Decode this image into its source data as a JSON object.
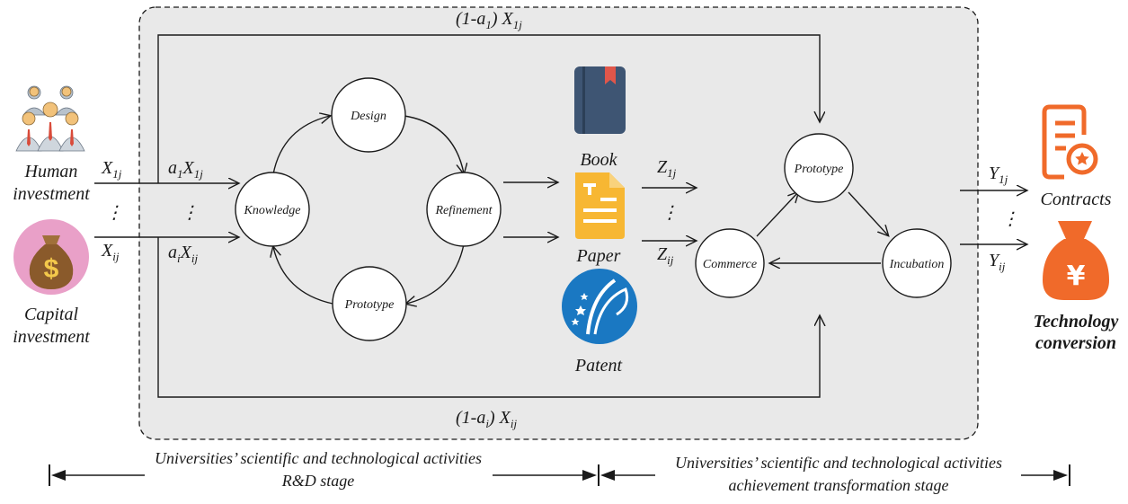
{
  "inputs": {
    "human_1": "Human",
    "human_2": "investment",
    "capital_1": "Capital",
    "capital_2": "investment",
    "x1_base": "X",
    "x1_sub": "1j",
    "xi_base": "X",
    "xi_sub": "ij",
    "dots": "⋮"
  },
  "weights": {
    "a1_a": "a",
    "a1_a_sub": "1",
    "a1_x": "X",
    "a1_x_sub": "1j",
    "ai_a": "a",
    "ai_a_sub": "i",
    "ai_x": "X",
    "ai_x_sub": "ij",
    "top_bypass_prefix": "(1-",
    "top_bypass_a": "a",
    "top_bypass_a_sub": "1",
    "top_bypass_close": ") ",
    "top_bypass_x": "X",
    "top_bypass_x_sub": "1j",
    "bottom_bypass_prefix": "(1-",
    "bottom_bypass_a": "a",
    "bottom_bypass_a_sub": "i",
    "bottom_bypass_close": ") ",
    "bottom_bypass_x": "X",
    "bottom_bypass_x_sub": "ij"
  },
  "rd_cycle": {
    "design": "Design",
    "knowledge": "Knowledge",
    "refinement": "Refinement",
    "prototype": "Prototype"
  },
  "outputs": {
    "book": "Book",
    "paper": "Paper",
    "patent": "Patent",
    "z1_base": "Z",
    "z1_sub": "1j",
    "zi_base": "Z",
    "zi_sub": "ij"
  },
  "transformation": {
    "prototype": "Prototype",
    "commerce": "Commerce",
    "incubation": "Incubation"
  },
  "results": {
    "y1_base": "Y",
    "y1_sub": "1j",
    "yi_base": "Y",
    "yi_sub": "ij",
    "contracts": "Contracts",
    "tech_1": "Technology",
    "tech_2": "conversion"
  },
  "stages": {
    "rd_line1": "Universities’ scientific and technological activities",
    "rd_line2": "R&D stage",
    "at_line1": "Universities’ scientific and technological activities",
    "at_line2": "achievement transformation stage"
  },
  "colors": {
    "panel_fill": "#e9e9e9",
    "stroke": "#1a1a1a",
    "icon_orange": "#f06a2a",
    "book_blue": "#3e5573",
    "paper_yellow": "#f7b733",
    "patent_blue": "#1a78c2",
    "bag_brown": "#8a5a2b",
    "bag_bg": "#e9a0c8"
  }
}
